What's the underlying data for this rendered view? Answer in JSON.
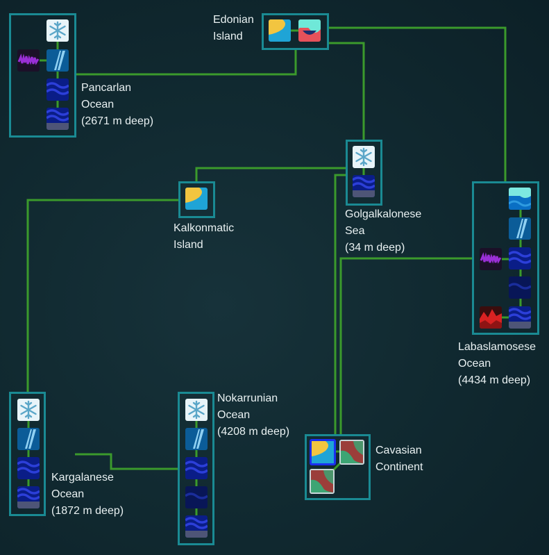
{
  "colors": {
    "background": "#122a31",
    "node_border": "#1a8a93",
    "link": "#3b9a2c",
    "label": "#e9f1f2"
  },
  "patches": [
    {
      "id": "pancarlan",
      "name": "Pancarlan",
      "type": "Ocean",
      "depth": "(2671 m deep)",
      "tiles": [
        "ice-shelf-icon",
        "purple-wave-icon",
        "glacier-icon",
        "ocean-wave-icon",
        "deep-ocean-icon"
      ]
    },
    {
      "id": "edonian",
      "name": "Edonian",
      "type": "Island",
      "depth": "",
      "tiles": [
        "coast-icon",
        "coast-wave-icon"
      ]
    },
    {
      "id": "golgalkalonese",
      "name": "Golgalkalonese",
      "type": "Sea",
      "depth": "(34 m deep)",
      "tiles": [
        "ice-shelf-icon",
        "deep-ocean-icon"
      ]
    },
    {
      "id": "kalkonmatic",
      "name": "Kalkonmatic",
      "type": "Island",
      "depth": "",
      "tiles": [
        "coast-icon"
      ]
    },
    {
      "id": "labaslamosese",
      "name": "Labaslamosese",
      "type": "Ocean",
      "depth": "(4434 m deep)",
      "tiles": [
        "surface-water-icon",
        "glacier-icon",
        "purple-wave-icon",
        "ocean-wave-icon",
        "ocean-wave-icon",
        "red-vent-icon",
        "deep-ocean-icon"
      ]
    },
    {
      "id": "kargalanese",
      "name": "Kargalanese",
      "type": "Ocean",
      "depth": "(1872 m deep)",
      "tiles": [
        "ice-shelf-icon",
        "glacier-icon",
        "ocean-wave-icon",
        "deep-ocean-icon"
      ]
    },
    {
      "id": "nokarrunian",
      "name": "Nokarrunian",
      "type": "Ocean",
      "depth": "(4208 m deep)",
      "tiles": [
        "ice-shelf-icon",
        "glacier-icon",
        "ocean-wave-icon",
        "ocean-wave-icon",
        "deep-ocean-icon"
      ]
    },
    {
      "id": "cavasian",
      "name": "Cavasian",
      "type": "Continent",
      "depth": "",
      "tiles": [
        "coast-icon",
        "tidepool-icon",
        "tidepool-icon"
      ]
    }
  ]
}
